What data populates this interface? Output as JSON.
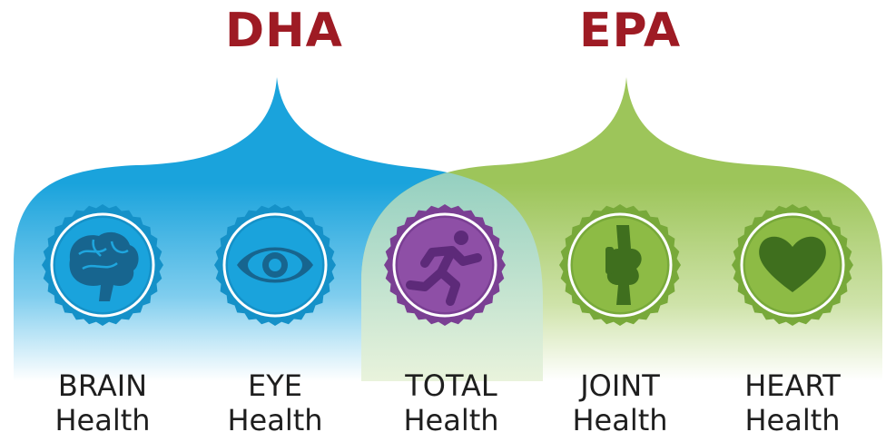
{
  "headings": {
    "dha": "DHA",
    "epa": "EPA"
  },
  "colors": {
    "heading": "#9e1b24",
    "dha_blue": "#1aa3dc",
    "epa_green": "#8dbb45",
    "overlap": "#72c3b8",
    "total_purple": "#8e4fa6",
    "caption_text": "#1e1e1e"
  },
  "items": [
    {
      "top": "BRAIN",
      "bottom": "Health",
      "icon": "brain-icon",
      "group": "DHA"
    },
    {
      "top": "EYE",
      "bottom": "Health",
      "icon": "eye-icon",
      "group": "DHA"
    },
    {
      "top": "TOTAL",
      "bottom": "Health",
      "icon": "running-person-icon",
      "group": "DHA + EPA"
    },
    {
      "top": "JOINT",
      "bottom": "Health",
      "icon": "knee-joint-icon",
      "group": "EPA"
    },
    {
      "top": "HEART",
      "bottom": "Health",
      "icon": "heart-icon",
      "group": "EPA"
    }
  ]
}
